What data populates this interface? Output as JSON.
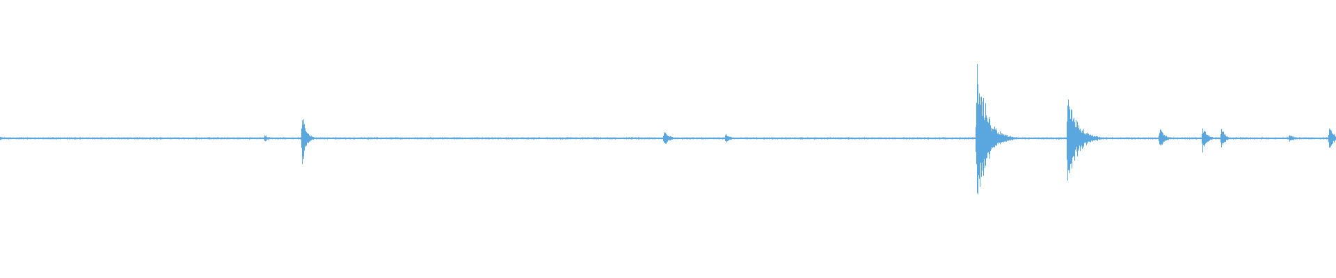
{
  "waveform": {
    "color": "#5aa7e0",
    "background": "#ffffff",
    "baseline_amplitude": 0.012,
    "events": [
      {
        "t": 0.0,
        "amp": 0.02
      },
      {
        "t": 0.116,
        "amp": 0.018
      },
      {
        "t": 0.198,
        "amp": 0.045
      },
      {
        "t": 0.226,
        "amp": 0.3
      },
      {
        "t": 0.335,
        "amp": 0.015
      },
      {
        "t": 0.497,
        "amp": 0.11
      },
      {
        "t": 0.543,
        "amp": 0.065
      },
      {
        "t": 0.731,
        "amp": 0.88
      },
      {
        "t": 0.799,
        "amp": 0.53
      },
      {
        "t": 0.868,
        "amp": 0.15
      },
      {
        "t": 0.9,
        "amp": 0.16
      },
      {
        "t": 0.914,
        "amp": 0.12
      },
      {
        "t": 0.965,
        "amp": 0.06
      },
      {
        "t": 0.995,
        "amp": 0.16
      }
    ]
  }
}
